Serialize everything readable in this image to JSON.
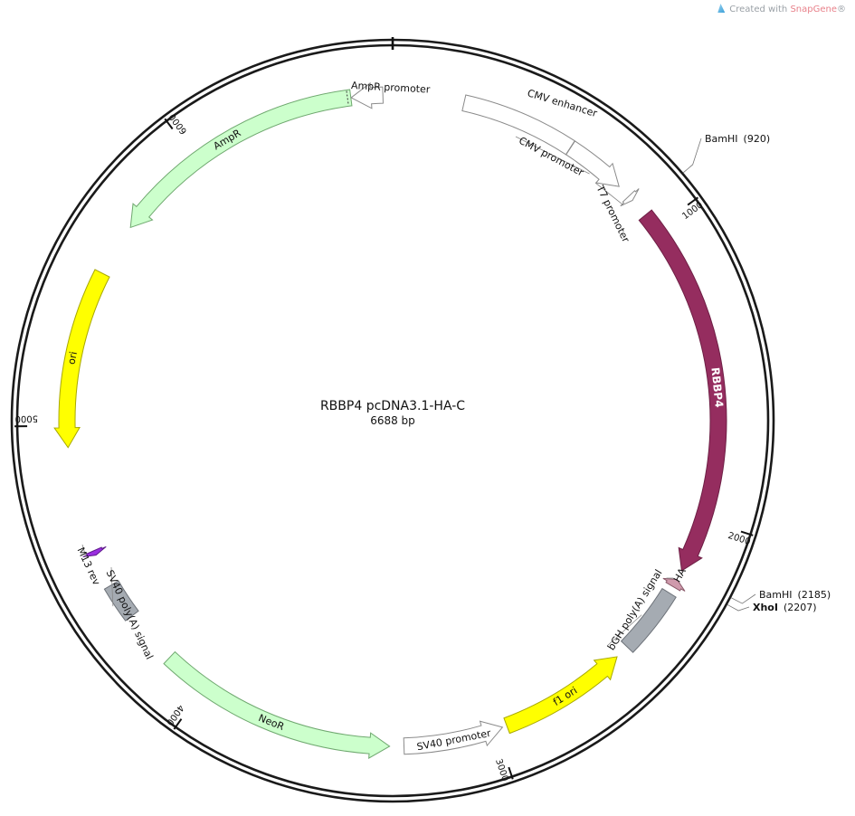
{
  "brand": {
    "prefix": "Created with ",
    "name": "SnapGene",
    "mark": "®"
  },
  "plasmid": {
    "name": "RBBP4 pcDNA3.1-HA-C",
    "length_label": "6688 bp",
    "length_bp": 6688
  },
  "ticks": [
    {
      "bp": 1000,
      "label": "1000"
    },
    {
      "bp": 2000,
      "label": "2000"
    },
    {
      "bp": 3000,
      "label": "3000"
    },
    {
      "bp": 4000,
      "label": "4000"
    },
    {
      "bp": 5000,
      "label": "5000"
    },
    {
      "bp": 6000,
      "label": "6000"
    }
  ],
  "features": [
    {
      "id": "cmv-enhancer",
      "label": "CMV enhancer",
      "type": "generic",
      "start": 235,
      "end": 614,
      "color": "#ffffff",
      "stroke": "#8a8a8a"
    },
    {
      "id": "cmv-promoter",
      "label": "CMV promoter",
      "type": "arrow",
      "dir": 1,
      "start": 615,
      "end": 818,
      "color": "#ffffff",
      "stroke": "#8a8a8a"
    },
    {
      "id": "t7-promoter",
      "label": "T7 promoter",
      "type": "arrow",
      "dir": 1,
      "start": 863,
      "end": 881,
      "color": "#ffffff",
      "stroke": "#8a8a8a"
    },
    {
      "id": "rbbp4",
      "label": "RBBP4",
      "type": "arrow",
      "dir": 1,
      "start": 945,
      "end": 2182,
      "color": "#952d5f",
      "stroke": "#6e1f45"
    },
    {
      "id": "ha",
      "label": "HA",
      "type": "arrow",
      "dir": -1,
      "start": 2214,
      "end": 2241,
      "color": "#cf9aac",
      "stroke": "#8a5a6a"
    },
    {
      "id": "bgh",
      "label": "bGH poly(A) signal",
      "type": "generic",
      "start": 2265,
      "end": 2489,
      "color": "#a5abb2",
      "stroke": "#6c7178"
    },
    {
      "id": "f1-ori",
      "label": "f1 ori",
      "type": "arrow",
      "dir": -1,
      "start": 2535,
      "end": 2963,
      "color": "#ffff00",
      "stroke": "#a8a800"
    },
    {
      "id": "sv40-promoter",
      "label": "SV40 promoter",
      "type": "arrow",
      "dir": -1,
      "start": 2978,
      "end": 3307,
      "color": "#ffffff",
      "stroke": "#8a8a8a"
    },
    {
      "id": "neor",
      "label": "NeoR",
      "type": "arrow",
      "dir": -1,
      "start": 3354,
      "end": 4148,
      "color": "#ccffcc",
      "stroke": "#6fa86f"
    },
    {
      "id": "sv40-polya",
      "label": "SV40 poly(A) signal",
      "type": "generic",
      "start": 4332,
      "end": 4453,
      "color": "#a5abb2",
      "stroke": "#6c7178"
    },
    {
      "id": "m13-rev",
      "label": "M13 rev",
      "type": "arrow",
      "dir": -1,
      "start": 4563,
      "end": 4579,
      "color": "#9a2ee0",
      "stroke": "#5e1a8a"
    },
    {
      "id": "ori",
      "label": "ori",
      "type": "arrow",
      "dir": -1,
      "start": 4928,
      "end": 5516,
      "color": "#ffff00",
      "stroke": "#a8a800"
    },
    {
      "id": "ampr",
      "label": "AmpR",
      "type": "arrow",
      "dir": -1,
      "start": 5692,
      "end": 6551,
      "color": "#ccffcc",
      "stroke": "#6fa86f"
    },
    {
      "id": "ampr-promoter",
      "label": "AmpR promoter",
      "type": "arrow",
      "dir": -1,
      "start": 6552,
      "end": 6656,
      "color": "#ffffff",
      "stroke": "#8a8a8a"
    }
  ],
  "sites": [
    {
      "id": "bamhi-920",
      "name": "BamHI",
      "pos_label": "(920)",
      "bp": 920,
      "bold": false
    },
    {
      "id": "bamhi-2185",
      "name": "BamHI",
      "pos_label": "(2185)",
      "bp": 2185,
      "bold": false
    },
    {
      "id": "xhoi-2207",
      "name": "XhoI",
      "pos_label": "(2207)",
      "bp": 2207,
      "bold": true
    }
  ]
}
